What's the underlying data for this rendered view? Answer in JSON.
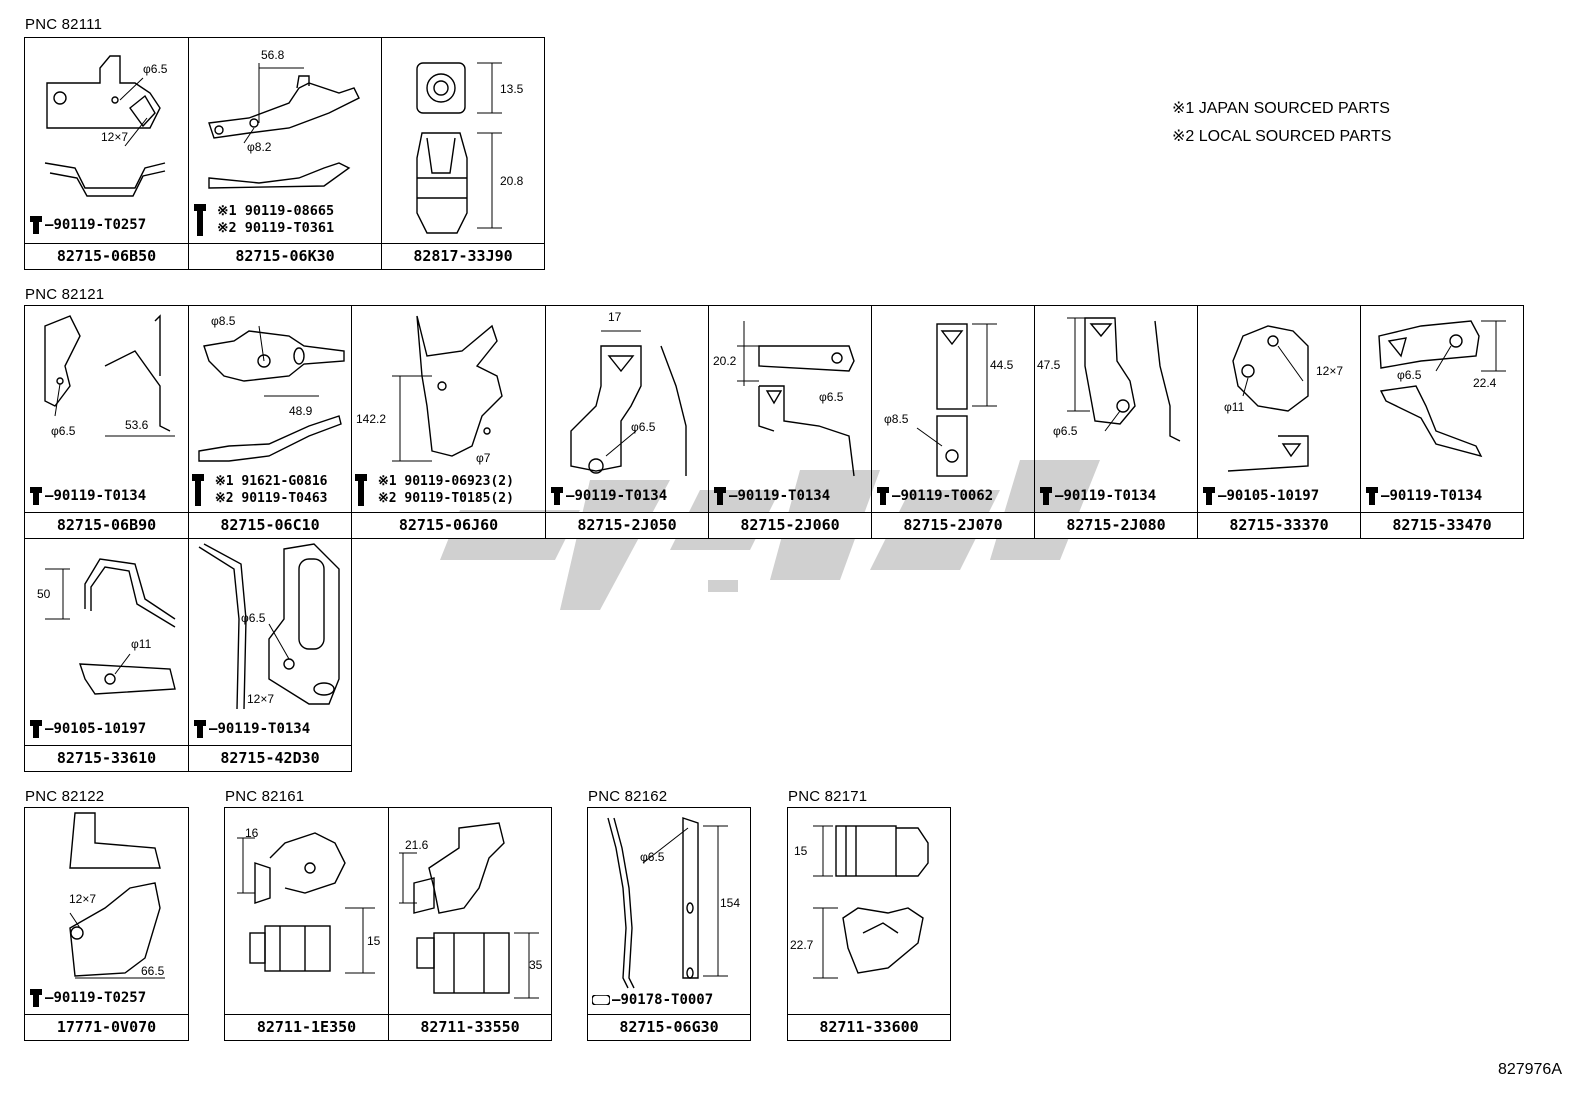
{
  "groups": [
    {
      "pnc": "PNC 82111",
      "parts": [
        {
          "part_no": "82715-06B50",
          "bolts": [
            "90119-T0257"
          ],
          "dims": [
            "φ6.5",
            "12×7"
          ]
        },
        {
          "part_no": "82715-06K30",
          "bolts": [
            "※1 90119-08665",
            "※2 90119-T0361"
          ],
          "dims": [
            "56.8",
            "φ8.2"
          ]
        },
        {
          "part_no": "82817-33J90",
          "bolts": [],
          "dims": [
            "13.5",
            "20.8"
          ]
        }
      ]
    },
    {
      "pnc": "PNC 82121",
      "parts": [
        {
          "part_no": "82715-06B90",
          "bolts": [
            "90119-T0134"
          ],
          "dims": [
            "φ6.5",
            "53.6"
          ]
        },
        {
          "part_no": "82715-06C10",
          "bolts": [
            "※1 91621-G0816",
            "※2 90119-T0463"
          ],
          "dims": [
            "φ8.5",
            "48.9"
          ]
        },
        {
          "part_no": "82715-06J60",
          "bolts": [
            "※1 90119-06923(2)",
            "※2 90119-T0185(2)"
          ],
          "dims": [
            "142.2",
            "φ7"
          ]
        },
        {
          "part_no": "82715-2J050",
          "bolts": [
            "90119-T0134"
          ],
          "dims": [
            "17",
            "φ6.5"
          ]
        },
        {
          "part_no": "82715-2J060",
          "bolts": [
            "90119-T0134"
          ],
          "dims": [
            "20.2",
            "φ6.5"
          ]
        },
        {
          "part_no": "82715-2J070",
          "bolts": [
            "90119-T0062"
          ],
          "dims": [
            "44.5",
            "φ8.5"
          ]
        },
        {
          "part_no": "82715-2J080",
          "bolts": [
            "90119-T0134"
          ],
          "dims": [
            "47.5",
            "φ6.5"
          ]
        },
        {
          "part_no": "82715-33370",
          "bolts": [
            "90105-10197"
          ],
          "dims": [
            "12×7",
            "φ11"
          ]
        },
        {
          "part_no": "82715-33470",
          "bolts": [
            "90119-T0134"
          ],
          "dims": [
            "φ6.5",
            "22.4"
          ]
        },
        {
          "part_no": "82715-33610",
          "bolts": [
            "90105-10197"
          ],
          "dims": [
            "50",
            "φ11"
          ]
        },
        {
          "part_no": "82715-42D30",
          "bolts": [
            "90119-T0134"
          ],
          "dims": [
            "φ6.5",
            "12×7"
          ]
        }
      ]
    },
    {
      "pnc": "PNC 82122",
      "parts": [
        {
          "part_no": "17771-0V070",
          "bolts": [
            "90119-T0257"
          ],
          "dims": [
            "12×7",
            "66.5"
          ]
        }
      ]
    },
    {
      "pnc": "PNC 82161",
      "parts": [
        {
          "part_no": "82711-1E350",
          "bolts": [],
          "dims": [
            "16",
            "15"
          ]
        },
        {
          "part_no": "82711-33550",
          "bolts": [],
          "dims": [
            "21.6",
            "35"
          ]
        }
      ]
    },
    {
      "pnc": "PNC 82162",
      "parts": [
        {
          "part_no": "82715-06G30",
          "bolts": [
            "90178-T0007"
          ],
          "dims": [
            "φ6.5",
            "154"
          ]
        }
      ]
    },
    {
      "pnc": "PNC 82171",
      "parts": [
        {
          "part_no": "82711-33600",
          "bolts": [],
          "dims": [
            "15",
            "22.7"
          ]
        }
      ]
    }
  ],
  "notes": [
    "※1 JAPAN SOURCED PARTS",
    "※2 LOCAL SOURCED PARTS"
  ],
  "figure_id": "827976A"
}
